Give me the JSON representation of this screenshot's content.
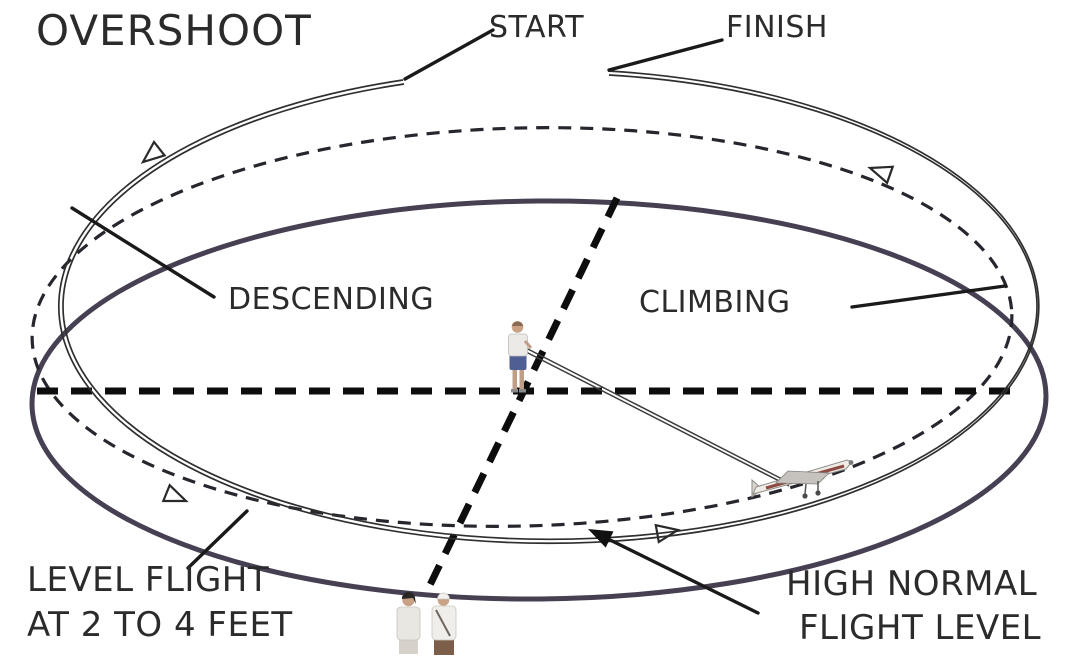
{
  "title": "OVERSHOOT",
  "labels": {
    "start": "START",
    "finish": "FINISH",
    "descending": "DESCENDING",
    "climbing": "CLIMBING",
    "level_flight_1": "LEVEL FLIGHT",
    "level_flight_2": "AT 2 TO 4 FEET",
    "high_normal_1": "HIGH NORMAL",
    "high_normal_2": "FLIGHT LEVEL"
  },
  "colors": {
    "background": "#ffffff",
    "text": "#2b2b2b",
    "ground_circle": "#474053",
    "flight_path": "#2f2f2f",
    "dashed_ellipse": "#26262e",
    "heavy_dashes": "#0d0d0d",
    "leader_lines": "#1a1a1a"
  },
  "icons": {
    "pilot": "pilot-figure",
    "spectators": "spectators-figure",
    "airplane": "airplane-figure",
    "direction_arrows": "flight-direction-arrow"
  }
}
